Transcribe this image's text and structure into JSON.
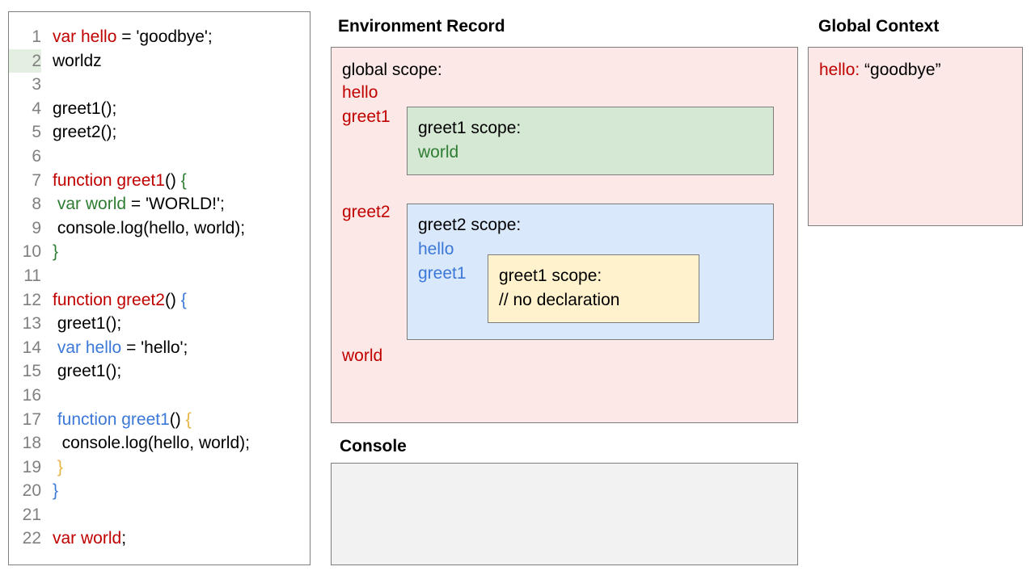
{
  "editor": {
    "name": "code-editor",
    "lines": [
      {
        "num": "1",
        "highlight": false,
        "tokens": [
          {
            "t": "var hello",
            "c": "red"
          },
          {
            "t": " = 'goodbye';",
            "c": "black"
          }
        ]
      },
      {
        "num": "2",
        "highlight": true,
        "tokens": [
          {
            "t": "worldz",
            "c": "black"
          }
        ]
      },
      {
        "num": "3",
        "highlight": false,
        "tokens": [
          {
            "t": "",
            "c": "black"
          }
        ]
      },
      {
        "num": "4",
        "highlight": false,
        "tokens": [
          {
            "t": "greet1();",
            "c": "black"
          }
        ]
      },
      {
        "num": "5",
        "highlight": false,
        "tokens": [
          {
            "t": "greet2();",
            "c": "black"
          }
        ]
      },
      {
        "num": "6",
        "highlight": false,
        "tokens": [
          {
            "t": "",
            "c": "black"
          }
        ]
      },
      {
        "num": "7",
        "highlight": false,
        "tokens": [
          {
            "t": "function greet1",
            "c": "red"
          },
          {
            "t": "() ",
            "c": "black"
          },
          {
            "t": "{",
            "c": "green"
          }
        ]
      },
      {
        "num": "8",
        "highlight": false,
        "tokens": [
          {
            "t": " ",
            "c": "black"
          },
          {
            "t": "var world",
            "c": "green"
          },
          {
            "t": " = 'WORLD!';",
            "c": "black"
          }
        ]
      },
      {
        "num": "9",
        "highlight": false,
        "tokens": [
          {
            "t": " console.log(hello, world);",
            "c": "black"
          }
        ]
      },
      {
        "num": "10",
        "highlight": false,
        "tokens": [
          {
            "t": "}",
            "c": "green"
          }
        ]
      },
      {
        "num": "11",
        "highlight": false,
        "tokens": [
          {
            "t": "",
            "c": "black"
          }
        ]
      },
      {
        "num": "12",
        "highlight": false,
        "tokens": [
          {
            "t": "function greet2",
            "c": "red"
          },
          {
            "t": "() ",
            "c": "black"
          },
          {
            "t": "{",
            "c": "blue"
          }
        ]
      },
      {
        "num": "13",
        "highlight": false,
        "tokens": [
          {
            "t": " greet1();",
            "c": "black"
          }
        ]
      },
      {
        "num": "14",
        "highlight": false,
        "tokens": [
          {
            "t": " ",
            "c": "black"
          },
          {
            "t": "var hello",
            "c": "blue"
          },
          {
            "t": " = 'hello';",
            "c": "black"
          }
        ]
      },
      {
        "num": "15",
        "highlight": false,
        "tokens": [
          {
            "t": " greet1();",
            "c": "black"
          }
        ]
      },
      {
        "num": "16",
        "highlight": false,
        "tokens": [
          {
            "t": "",
            "c": "black"
          }
        ]
      },
      {
        "num": "17",
        "highlight": false,
        "tokens": [
          {
            "t": " ",
            "c": "black"
          },
          {
            "t": "function greet1",
            "c": "blue"
          },
          {
            "t": "() ",
            "c": "black"
          },
          {
            "t": "{",
            "c": "gold"
          }
        ]
      },
      {
        "num": "18",
        "highlight": false,
        "tokens": [
          {
            "t": "  console.log(hello, world);",
            "c": "black"
          }
        ]
      },
      {
        "num": "19",
        "highlight": false,
        "tokens": [
          {
            "t": " ",
            "c": "black"
          },
          {
            "t": "}",
            "c": "gold"
          }
        ]
      },
      {
        "num": "20",
        "highlight": false,
        "tokens": [
          {
            "t": "}",
            "c": "blue"
          }
        ]
      },
      {
        "num": "21",
        "highlight": false,
        "tokens": [
          {
            "t": "",
            "c": "black"
          }
        ]
      },
      {
        "num": "22",
        "highlight": false,
        "tokens": [
          {
            "t": "var world",
            "c": "red"
          },
          {
            "t": ";",
            "c": "black"
          }
        ]
      }
    ]
  },
  "environment_record": {
    "title": "Environment Record",
    "global_scope": {
      "label": "global scope:",
      "bindings": [
        "hello",
        "greet1",
        "greet2",
        "world"
      ]
    },
    "greet1_scope": {
      "label": "greet1 scope:",
      "bindings": [
        "world"
      ]
    },
    "greet2_scope": {
      "label": "greet2 scope:",
      "bindings": [
        "hello",
        "greet1"
      ]
    },
    "greet1_inner_scope": {
      "label": "greet1 scope:",
      "note": "// no declaration"
    }
  },
  "global_context": {
    "title": "Global Context",
    "entries": [
      {
        "key": "hello:",
        "value": "“goodbye”"
      }
    ]
  },
  "console": {
    "title": "Console",
    "output": ""
  },
  "colors": {
    "pink_panel": "#fce8e6",
    "green_scope": "#d5e8d4",
    "blue_scope": "#dae8fc",
    "yellow_scope": "#fff2cc",
    "console_bg": "#f2f2f2",
    "border": "#7d7d7d",
    "token_red": "#c00000",
    "token_green": "#2e7d32",
    "token_blue": "#3b78d8",
    "token_gold": "#e8b441",
    "gutter_text": "#808080",
    "gutter_highlight": "#e3efe0"
  }
}
